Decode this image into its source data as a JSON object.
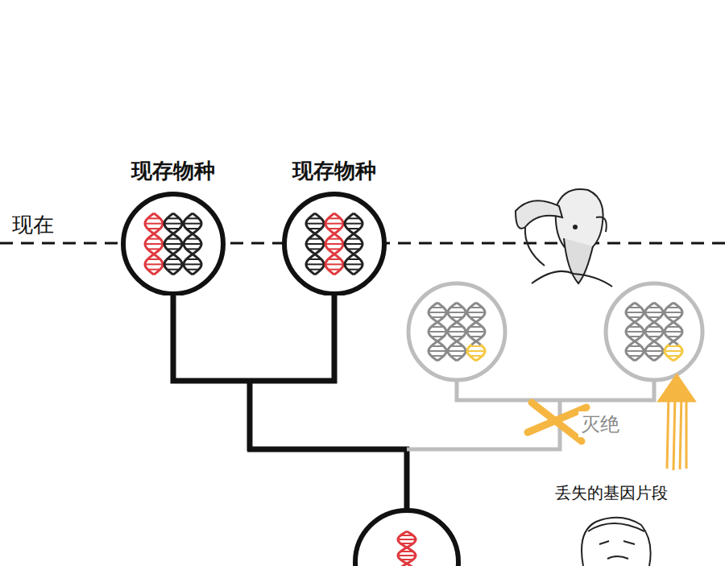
{
  "diagram": {
    "nodes": [
      {
        "text": [
          "现存物种"
        ]
      },
      {
        "text": [
          "现存物种"
        ]
      }
    ],
    "edges": [
      {
        "from": 0,
        "to": 1,
        "arrow": "none"
      }
    ],
    "labels": [
      "现在",
      "灭绝",
      "丢失的基因片段"
    ]
  }
}
